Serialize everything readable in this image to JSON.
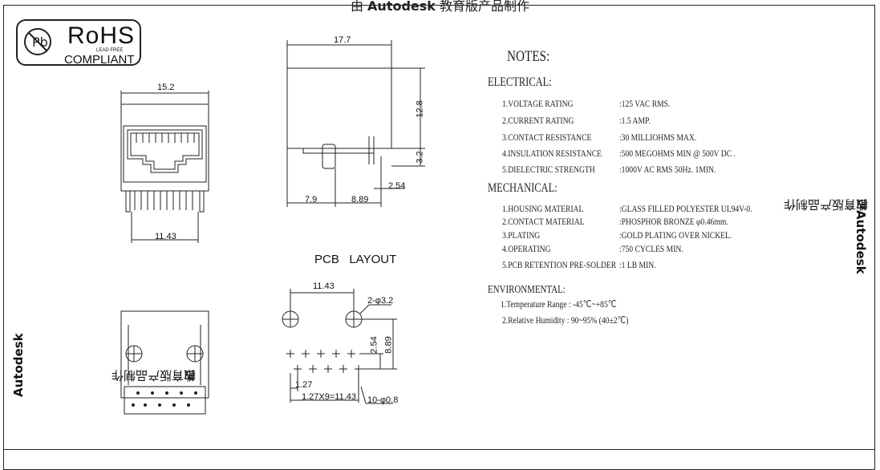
{
  "watermark": {
    "prefix": "由",
    "brand": "Autodesk",
    "suffix": "教育版产品制作"
  },
  "logo": {
    "main": "RoHS",
    "sub": "COMPLIANT",
    "small": "LEAD FREE",
    "icon": "pb-crossed-icon"
  },
  "drawing": {
    "dims": {
      "width_top": "17.7",
      "width_front": "15.2",
      "height_body": "12.8",
      "height_pin": "3.2",
      "pin_offset": "2.54",
      "pin_left": "7.9",
      "pin_mid": "8.89",
      "pin_span": "11.43",
      "pcb_span": "11.43",
      "hole_spec": "2-φ3.2",
      "pcb_v1": "2.54",
      "pcb_v2": "8.89",
      "pcb_pitch": "1.27",
      "pcb_total": "1.27X9=11.43",
      "pcb_holes": "10-φ0.8"
    },
    "pcb_title": "PCB   LAYOUT"
  },
  "notes": {
    "title": "NOTES:",
    "electrical": {
      "heading": "ELECTRICAL:",
      "items": [
        {
          "k": "1.VOLTAGE RATING",
          "v": ":125 VAC RMS."
        },
        {
          "k": "2.CURRENT RATING",
          "v": ":1.5 AMP."
        },
        {
          "k": "3.CONTACT RESISTANCE",
          "v": ":30 MILLIOHMS MAX."
        },
        {
          "k": "4.INSULATION RESISTANCE",
          "v": ":500 MEGOHMS MIN @ 500V DC ."
        },
        {
          "k": "5.DIELECTRIC STRENGTH",
          "v": ":1000V AC RMS 50Hz. 1MIN."
        }
      ]
    },
    "mechanical": {
      "heading": "MECHANICAL:",
      "items": [
        {
          "k": "1.HOUSING MATERIAL",
          "v": ":GLASS FILLED POLYESTER UL94V-0."
        },
        {
          "k": "2.CONTACT MATERIAL",
          "v": ":PHOSPHOR BRONZE φ0.46mm."
        },
        {
          "k": "3.PLATING",
          "v": ":GOLD PLATING OVER NICKEL."
        },
        {
          "k": "4.OPERATING",
          "v": ":750 CYCLES MIN."
        },
        {
          "k": "5.PCB RETENTION PRE-SOLDER",
          "v": ":1 LB MIN."
        }
      ]
    },
    "environmental": {
      "heading": "ENVIRONMENTAL:",
      "items": [
        "1.Temperature Range : -45℃~+85℃",
        "2.Relative Humidity : 90~95% (40±2℃)"
      ]
    }
  }
}
